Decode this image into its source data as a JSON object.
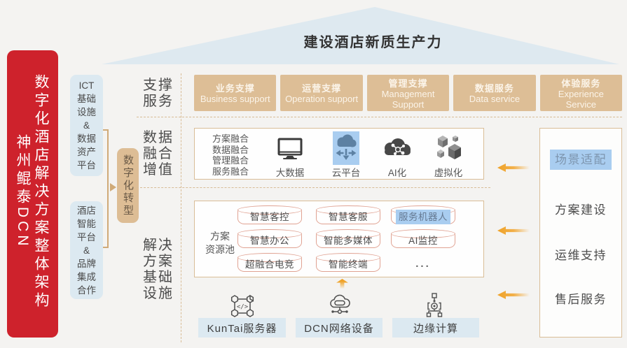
{
  "banner": {
    "title": "数字化酒店解决方案整体架构",
    "subtitle": "神州鲲泰DCN"
  },
  "roof": {
    "title": "建设酒店新质生产力"
  },
  "platforms": {
    "ict": "ICT\n基础\n设施\n&\n数据\n资产\n平台",
    "hotel": "酒店\n智能\n平台\n&\n品牌\n集成\n合作"
  },
  "transformation": {
    "label": "数字化转型"
  },
  "support_row": {
    "label": "支撑\n服务",
    "boxes": [
      {
        "zh": "业务支撑",
        "en": "Business support"
      },
      {
        "zh": "运营支撑",
        "en": "Operation support"
      },
      {
        "zh": "管理支撑",
        "en": "Management\nSupport"
      },
      {
        "zh": "数据服务",
        "en": "Data service"
      },
      {
        "zh": "体验服务",
        "en": "Experience\nService"
      }
    ]
  },
  "fusion_row": {
    "label": "数据\n融合\n增值",
    "fusion_list": "方案融合\n数据融合\n管理融合\n服务融合",
    "items": [
      {
        "name": "大数据",
        "icon": "big-data-monitor-icon",
        "highlighted": false
      },
      {
        "name": "云平台",
        "icon": "cloud-platform-icon",
        "highlighted": true
      },
      {
        "name": "AI化",
        "icon": "ai-cloud-icon",
        "highlighted": false
      },
      {
        "name": "虚拟化",
        "icon": "virtualization-cubes-icon",
        "highlighted": false
      }
    ]
  },
  "solution_row": {
    "label": "解决\n方案\n基础\n设施",
    "pool_label": "方案\n资源池",
    "cells": [
      [
        "智慧客控",
        "智慧客服",
        "服务机器人"
      ],
      [
        "智慧办公",
        "智能多媒体",
        "AI监控"
      ],
      [
        "超融合电竞",
        "智能终端",
        "..."
      ]
    ],
    "highlighted_cell": "服务机器人"
  },
  "infrastructure": {
    "items": [
      {
        "label": "KunTai服务器",
        "icon": "server-cluster-icon"
      },
      {
        "label": "DCN网络设备",
        "icon": "network-device-icon"
      },
      {
        "label": "边缘计算",
        "icon": "edge-computing-icon"
      }
    ]
  },
  "right_panel": {
    "items": [
      {
        "label": "场景适配",
        "highlighted": true
      },
      {
        "label": "方案建设",
        "highlighted": false
      },
      {
        "label": "运维支持",
        "highlighted": false
      },
      {
        "label": "售后服务",
        "highlighted": false
      }
    ]
  },
  "colors": {
    "accent_red": "#ce222c",
    "tan": "#ddbd95",
    "light_blue": "#dce9f1",
    "highlight_blue": "#a9cdf0",
    "arrow_orange": "#efa227",
    "cylinder_border": "#e0a292",
    "background": "#f4f3f1"
  }
}
